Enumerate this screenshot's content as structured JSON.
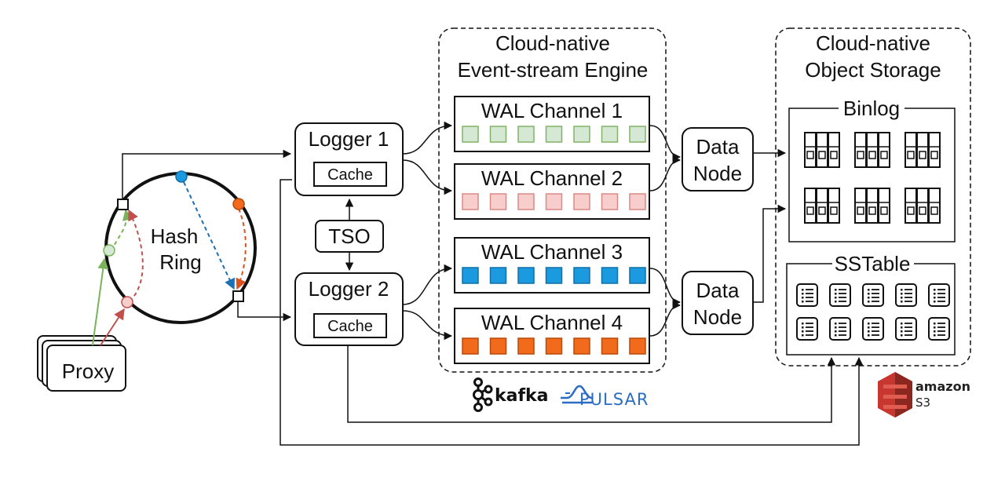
{
  "proxy": {
    "label": "Proxy"
  },
  "hash_ring": {
    "line1": "Hash",
    "line2": "Ring"
  },
  "tso": {
    "label": "TSO"
  },
  "loggers": [
    {
      "title": "Logger 1",
      "cache": "Cache"
    },
    {
      "title": "Logger 2",
      "cache": "Cache"
    }
  ],
  "event_stream": {
    "title_line1": "Cloud-native",
    "title_line2": "Event-stream Engine",
    "channels": [
      {
        "label": "WAL Channel 1",
        "fill": "#d5e8d4",
        "stroke": "#82b366",
        "slots": 7
      },
      {
        "label": "WAL Channel 2",
        "fill": "#f8cecc",
        "stroke": "#d98a86",
        "slots": 7
      },
      {
        "label": "WAL Channel 3",
        "fill": "#1b9ae0",
        "stroke": "#1170a8",
        "slots": 7
      },
      {
        "label": "WAL Channel 4",
        "fill": "#f26a1b",
        "stroke": "#b84a0a",
        "slots": 7
      }
    ],
    "logos": {
      "kafka": "kafka",
      "pulsar": "PULSAR"
    }
  },
  "data_nodes": [
    {
      "line1": "Data",
      "line2": "Node"
    },
    {
      "line1": "Data",
      "line2": "Node"
    }
  ],
  "object_storage": {
    "title_line1": "Cloud-native",
    "title_line2": "Object Storage",
    "binlog": {
      "label": "Binlog"
    },
    "sstable": {
      "label": "SSTable"
    },
    "logo": {
      "line1": "amazon",
      "line2": "S3"
    }
  },
  "colors": {
    "ring_blue": "#1b9ae0",
    "ring_orange": "#f26a1b",
    "ring_green": "#d5e8d4",
    "ring_pink": "#f8cecc",
    "arrow_green": "#7ab35a",
    "arrow_red": "#c0504d",
    "s3_red": "#c7372f"
  }
}
